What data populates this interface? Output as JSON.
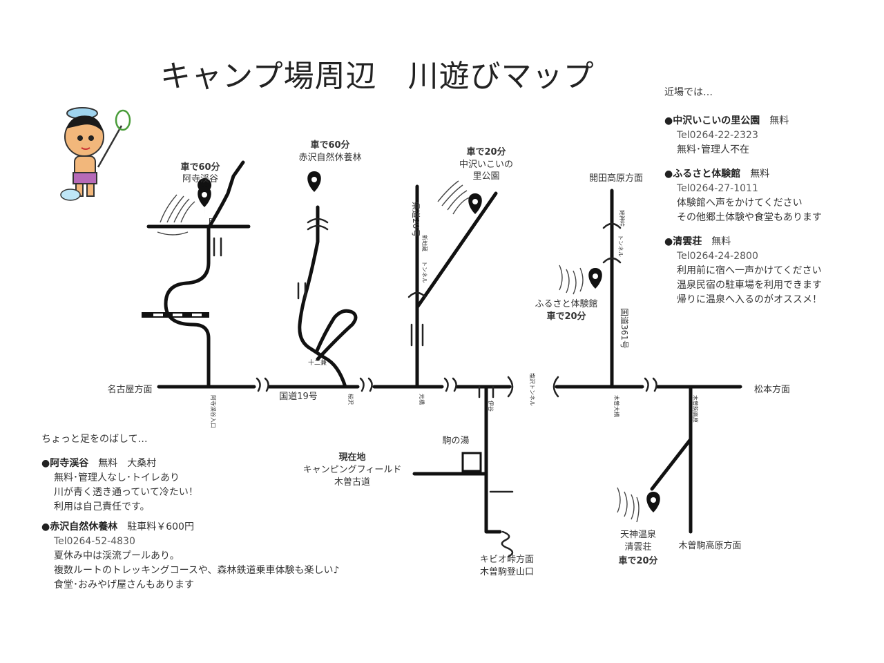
{
  "title": "キャンプ場周辺　川遊びマップ",
  "nearby": {
    "heading": "近場では…",
    "items": [
      {
        "name": "●中沢いこいの里公園",
        "fee": "無料",
        "tel": "Tel0264-22-2323",
        "lines": [
          "無料･管理人不在"
        ]
      },
      {
        "name": "●ふるさと体験館",
        "fee": "無料",
        "tel": "Tel0264-27-1011",
        "lines": [
          "体験館へ声をかけてください",
          "その他郷土体験や食堂もあります"
        ]
      },
      {
        "name": "●清雲荘",
        "fee": "無料",
        "tel": "Tel0264-24-2800",
        "lines": [
          "利用前に宿へ一声かけてください",
          "温泉民宿の駐車場を利用できます",
          "帰りに温泉へ入るのがオススメ！"
        ]
      }
    ]
  },
  "farther": {
    "heading": "ちょっと足をのばして…",
    "items": [
      {
        "name": "●阿寺渓谷",
        "fee": "無料　大桑村",
        "tel": "",
        "lines": [
          "無料･管理人なし･トイレあり",
          "川が青く透き通っていて冷たい！",
          "利用は自己責任です。"
        ]
      },
      {
        "name": "●赤沢自然休養林",
        "fee": "駐車料￥600円",
        "tel": "Tel0264-52-4830",
        "lines": [
          "夏休み中は渓流プールあり。",
          "複数ルートのトレッキングコースや、森林鉄道乗車体験も楽しい♪",
          "食堂･おみやげ屋さんもあります"
        ]
      }
    ]
  },
  "map": {
    "places": {
      "atera": {
        "time": "車で60分",
        "name": "阿寺渓谷"
      },
      "akasawa": {
        "time": "車で60分",
        "name": "赤沢自然休養林"
      },
      "nakazawa": {
        "time": "車で20分",
        "name1": "中沢いこいの",
        "name2": "里公園"
      },
      "furusato": {
        "name": "ふるさと体験館",
        "time": "車で20分"
      },
      "tenjin": {
        "name1": "天神温泉",
        "name2": "清雲荘",
        "time": "車で20分"
      },
      "current": {
        "label": "現在地",
        "name1": "キャンピングフィールド",
        "name2": "木曽古道"
      }
    },
    "labels": {
      "nagoya": "名古屋方面",
      "matsumoto": "松本方面",
      "kaida": "開田高原方面",
      "kisoma": "木曽駒高原方面",
      "kibio": "キビオ峠方面",
      "kisokoma_tozan": "木曽駒登山口",
      "route19": "国道19号",
      "route361": "国道361号",
      "pref20": "県道20号",
      "komanoyu": "駒の湯",
      "atera_entrance": "阿寺渓谷入口",
      "juniken": "十二兼",
      "kemori": "桜沢",
      "ohashi": "元橋",
      "ikeya": "伊谷",
      "kiso_ohashi": "木曽大橋",
      "kiso_tunnel": "塩沢トンネル",
      "kisokoma_entrance": "木曽駒高原",
      "tunnel_a": "トンネル",
      "tunnel_b": "トンネル",
      "mm_a": "姥神峠",
      "mm_b": "新地蔵",
      "p": "P"
    }
  }
}
